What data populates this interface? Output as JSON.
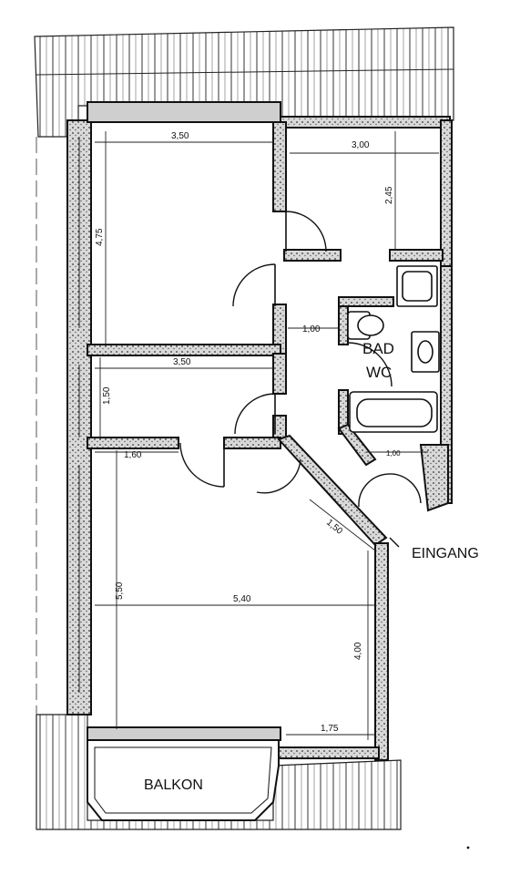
{
  "labels": {
    "bath": "BAD",
    "wc": "WC",
    "entrance": "EINGANG",
    "balcony": "BALKON"
  },
  "dimensions": {
    "room1_width": "3,50",
    "room1_depth": "4,75",
    "room2_width": "3,00",
    "room2_depth": "2,45",
    "hall_width": "1,00",
    "room3_width": "3,50",
    "room3_depth": "1,50",
    "living_nook": "1,60",
    "living_diag": "1,50",
    "living_depth": "5,50",
    "living_width": "5,40",
    "living_right_depth": "4,00",
    "living_bottom": "1,75",
    "bath_bottom": "1,00"
  }
}
